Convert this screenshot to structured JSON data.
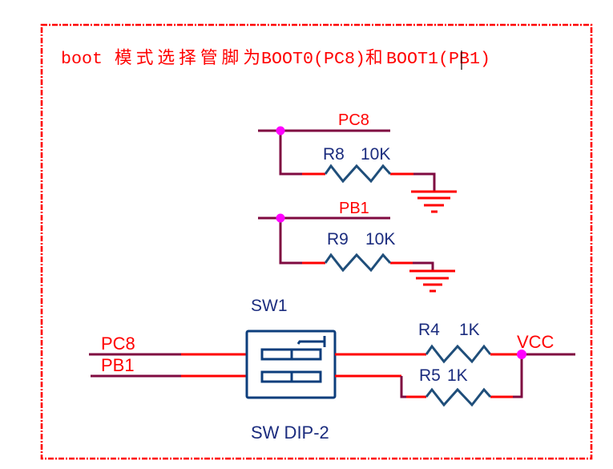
{
  "note": {
    "prefix": "boot",
    "desc": "模式选择管脚为",
    "boot0": "BOOT0(PC8)",
    "conj": "和",
    "boot1": "BOOT1(PB1)"
  },
  "pulldowns": [
    {
      "net": "PC8",
      "designator": "R8",
      "value": "10K"
    },
    {
      "net": "PB1",
      "designator": "R9",
      "value": "10K"
    }
  ],
  "switch": {
    "designator": "SW1",
    "part": "SW DIP-2",
    "input_nets": [
      "PC8",
      "PB1"
    ]
  },
  "pullups": [
    {
      "designator": "R4",
      "value": "1K"
    },
    {
      "designator": "R5",
      "value": "1K"
    }
  ],
  "power_net": "VCC",
  "colors": {
    "border": "#ff0000",
    "wire": "#7f0a40",
    "pin": "#ff0000",
    "ground": "#ff0000",
    "junction": "#ff00ff",
    "component": "#1f4e7a",
    "component_dark": "#0c3e7c",
    "net_label": "#ff0000",
    "comp_label": "#1b2c7e",
    "note": "#ff0000",
    "caret": "#000000"
  }
}
